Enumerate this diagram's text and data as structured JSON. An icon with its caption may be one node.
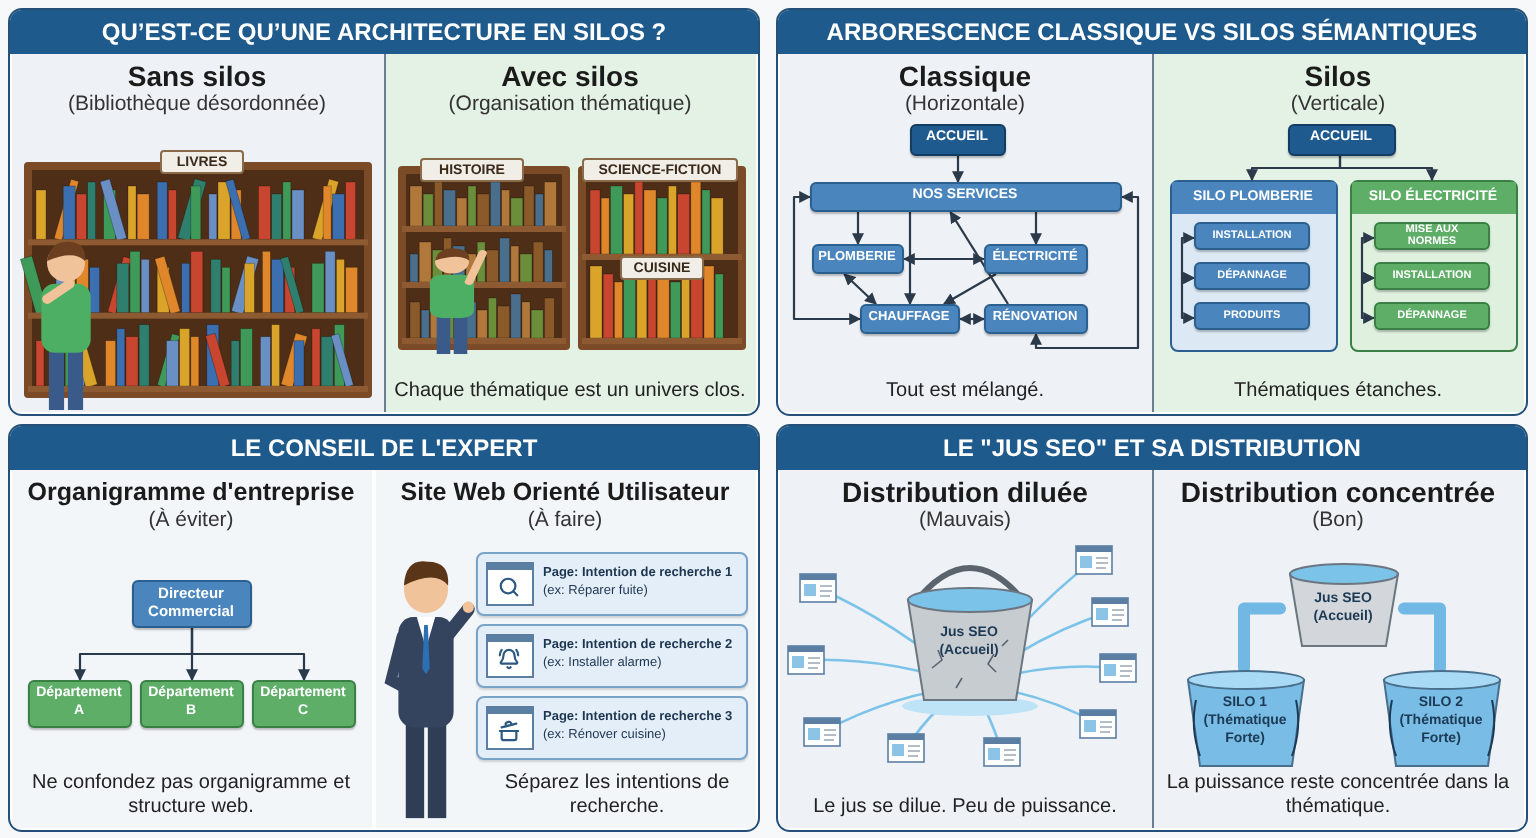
{
  "diagram": {
    "nodes": [
      {
        "text": [
          "QU’EST-CE QU’UNE ARCHITECTURE EN SILOS ?"
        ]
      },
      {
        "text": [
          "Sans silos",
          "(Bibliothèque désordonnée)"
        ],
        "in": 0
      },
      {
        "text": [
          "Avec silos",
          "(Organisation thématique)",
          "Chaque thématique est un univers clos."
        ],
        "in": 0
      },
      {
        "text": [
          "ARBORESCENCE CLASSIQUE VS SILOS SÉMANTIQUES"
        ]
      },
      {
        "text": [
          "Classique",
          "(Horizontale)",
          "Tout est mélangé."
        ],
        "in": 3
      },
      {
        "text": [
          "ACCUEIL"
        ],
        "in": 4
      },
      {
        "text": [
          "NOS SERVICES"
        ],
        "in": 4
      },
      {
        "text": [
          "PLOMBERIE"
        ],
        "in": 4
      },
      {
        "text": [
          "ÉLECTRICITÉ"
        ],
        "in": 4
      },
      {
        "text": [
          "CHAUFFAGE"
        ],
        "in": 4
      },
      {
        "text": [
          "RÉNOVATION"
        ],
        "in": 4
      },
      {
        "text": [
          "Silos",
          "(Verticale)",
          "Thématiques étanches."
        ],
        "in": 3
      },
      {
        "text": [
          "ACCUEIL"
        ],
        "in": 11
      },
      {
        "text": [
          "SILO PLOMBERIE"
        ],
        "in": 11
      },
      {
        "text": [
          "INSTALLATION"
        ],
        "in": 13
      },
      {
        "text": [
          "DÉPANNAGE"
        ],
        "in": 13
      },
      {
        "text": [
          "PRODUITS"
        ],
        "in": 13
      },
      {
        "text": [
          "SILO ÉLECTRICITÉ"
        ],
        "in": 11
      },
      {
        "text": [
          "MISE AUX NORMES"
        ],
        "in": 17
      },
      {
        "text": [
          "INSTALLATION"
        ],
        "in": 17
      },
      {
        "text": [
          "DÉPANNAGE"
        ],
        "in": 17
      },
      {
        "text": [
          "LE CONSEIL DE L'EXPERT"
        ]
      },
      {
        "text": [
          "Organigramme d'entreprise",
          "(À éviter)",
          "Ne confondez pas organigramme et structure web."
        ],
        "in": 21
      },
      {
        "text": [
          "Directeur Commercial"
        ],
        "in": 22
      },
      {
        "text": [
          "Département A"
        ],
        "in": 22
      },
      {
        "text": [
          "Département B"
        ],
        "in": 22
      },
      {
        "text": [
          "Département C"
        ],
        "in": 22
      },
      {
        "text": [
          "Site Web Orienté Utilisateur",
          "(À faire)",
          "Séparez les intentions de recherche."
        ],
        "in": 21
      },
      {
        "text": [
          "Page: Intention de recherche 1",
          "(ex: Réparer fuite)"
        ],
        "in": 27
      },
      {
        "text": [
          "Page: Intention de recherche 2",
          "(ex: Installer alarme)"
        ],
        "in": 27
      },
      {
        "text": [
          "Page: Intention de recherche 3",
          "(ex: Rénover cuisine)"
        ],
        "in": 27
      },
      {
        "text": [
          "LE \"JUS SEO\" ET SA DISTRIBUTION"
        ]
      },
      {
        "text": [
          "Distribution diluée",
          "(Mauvais)",
          "Le jus se dilue. Peu de puissance."
        ],
        "in": 31
      },
      {
        "text": [
          "Jus SEO (Accueil)"
        ],
        "in": 32
      },
      {
        "text": [
          "Distribution concentrée",
          "(Bon)",
          "La puissance reste concentrée dans la thématique."
        ],
        "in": 31
      },
      {
        "text": [
          "Jus SEO (Accueil)"
        ],
        "in": 34
      },
      {
        "text": [
          "SILO 1 (Thématique Forte)"
        ],
        "in": 34
      },
      {
        "text": [
          "SILO 2 (Thématique Forte)"
        ],
        "in": 34
      }
    ],
    "edges": [
      {
        "from": 5,
        "to": 6,
        "arrow": "to"
      },
      {
        "from": 6,
        "to": 7,
        "arrow": "to"
      },
      {
        "from": 6,
        "to": 8,
        "arrow": "to"
      },
      {
        "from": 6,
        "to": 9,
        "arrow": "to"
      },
      {
        "from": 7,
        "to": 8,
        "arrow": "both"
      },
      {
        "from": 7,
        "to": 9,
        "arrow": "both"
      },
      {
        "from": 9,
        "to": 10,
        "arrow": "both"
      },
      {
        "from": 8,
        "to": 9,
        "arrow": "to"
      },
      {
        "from": 10,
        "to": 6,
        "arrow": "to"
      },
      {
        "from": 6,
        "to": 9,
        "arrow": "both"
      },
      {
        "from": 10,
        "to": 6,
        "arrow": "both"
      },
      {
        "from": 12,
        "to": 13,
        "arrow": "to"
      },
      {
        "from": 12,
        "to": 17,
        "arrow": "to"
      },
      {
        "from": 14,
        "to": 15,
        "arrow": "both"
      },
      {
        "from": 15,
        "to": 16,
        "arrow": "both"
      },
      {
        "from": 18,
        "to": 19,
        "arrow": "both"
      },
      {
        "from": 19,
        "to": 20,
        "arrow": "both"
      },
      {
        "from": 23,
        "to": 24,
        "arrow": "to"
      },
      {
        "from": 23,
        "to": 25,
        "arrow": "to"
      },
      {
        "from": 23,
        "to": 26,
        "arrow": "to"
      },
      {
        "from": 35,
        "to": 36,
        "arrow": "none",
        "style": "thick",
        "color": "#5aaee0"
      },
      {
        "from": 35,
        "to": 37,
        "arrow": "none",
        "style": "thick",
        "color": "#5aaee0"
      }
    ],
    "labels": [
      "LIVRES",
      "HISTOIRE",
      "SCIENCE-FICTION",
      "CUISINE"
    ]
  }
}
